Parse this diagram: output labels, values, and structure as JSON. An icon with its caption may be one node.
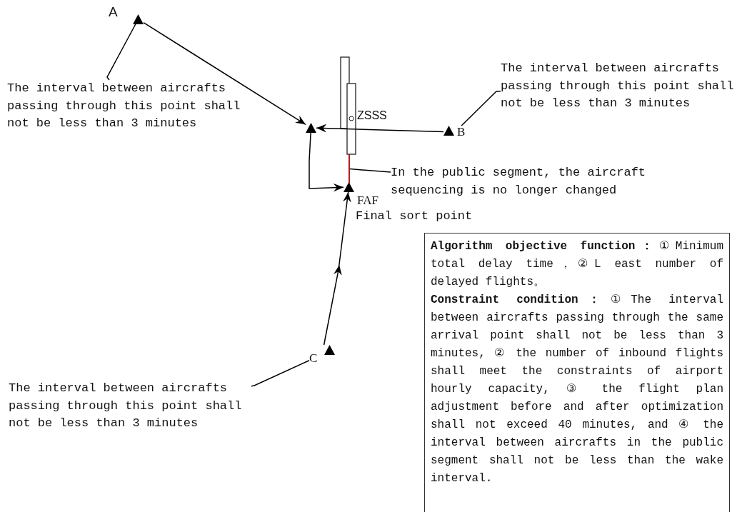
{
  "diagram": {
    "nodes": [
      {
        "text": [],
        "shape": "triangle",
        "beside": [
          "A"
        ]
      },
      {
        "text": [
          "The interval between aircrafts passing through this point shall not be less than 3 minutes"
        ]
      },
      {
        "text": [],
        "shape": "triangle"
      },
      {
        "text": [],
        "shape": "triangle",
        "beside": [
          "B"
        ]
      },
      {
        "text": [
          "The interval between aircrafts passing through this point shall not be less than 3 minutes"
        ]
      },
      {
        "text": [],
        "shape": "triangle",
        "beside": [
          "FAF",
          "Final sort point"
        ]
      },
      {
        "text": [],
        "shape": "triangle",
        "beside": [
          "C"
        ]
      },
      {
        "text": [
          "The interval between aircrafts passing through this point shall not be less than 3 minutes"
        ]
      },
      {
        "text": [
          "In the public segment, the aircraft sequencing is no longer changed"
        ]
      },
      {
        "text": [],
        "shape": "bar"
      },
      {
        "text": [
          "**Algorithm objective function：**①Minimum total delay time，②L east number of delayed flights。",
          "**Constraint condition：**①The interval between aircrafts passing through the same arrival point shall not be less than 3 minutes, ② the number of inbound flights shall meet the constraints of airport hourly capacity, ③ the flight plan adjustment before and after optimization shall not exceed 40 minutes, and ④ the interval between aircrafts in the public segment shall not be less than the wake interval."
        ]
      }
    ],
    "edges": [
      {
        "from": 0,
        "to": 2,
        "arrow": "to"
      },
      {
        "from": 3,
        "to": 2,
        "arrow": "to"
      },
      {
        "from": 2,
        "to": 5,
        "arrow": "to"
      },
      {
        "from": 6,
        "to": 5,
        "arrow": "to"
      },
      {
        "from": 1,
        "to": 0,
        "arrow": "none"
      },
      {
        "from": 4,
        "to": 3,
        "arrow": "none"
      },
      {
        "from": 7,
        "to": 6,
        "arrow": "none"
      },
      {
        "from": 8,
        "to": 9,
        "arrow": "none"
      }
    ],
    "labels": [
      "ZSSS"
    ]
  }
}
